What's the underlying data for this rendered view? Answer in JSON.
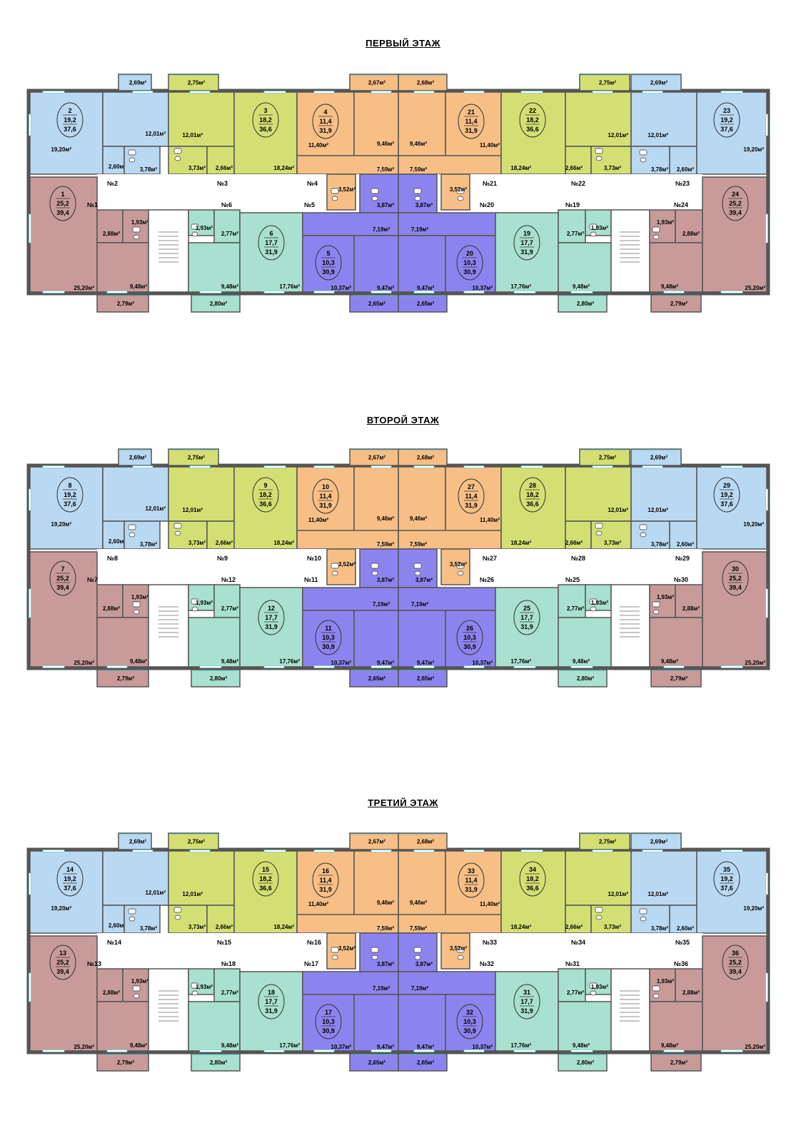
{
  "floors": [
    {
      "title": "ПЕРВЫЙ ЭТАЖ",
      "apartments": [
        {
          "no": "1",
          "living": "25,2",
          "total": "39,4"
        },
        {
          "no": "2",
          "living": "19,2",
          "total": "37,6"
        },
        {
          "no": "3",
          "living": "18,2",
          "total": "36,6"
        },
        {
          "no": "4",
          "living": "11,4",
          "total": "31,9"
        },
        {
          "no": "5",
          "living": "10,3",
          "total": "30,9"
        },
        {
          "no": "6",
          "living": "17,7",
          "total": "31,9"
        },
        {
          "no": "19",
          "living": "17,7",
          "total": "31,9"
        },
        {
          "no": "20",
          "living": "10,3",
          "total": "30,9"
        },
        {
          "no": "21",
          "living": "11,4",
          "total": "31,9"
        },
        {
          "no": "22",
          "living": "18,2",
          "total": "36,6"
        },
        {
          "no": "23",
          "living": "19,2",
          "total": "37,6"
        },
        {
          "no": "24",
          "living": "25,2",
          "total": "39,4"
        }
      ],
      "door_labels": [
        "№1",
        "№2",
        "№3",
        "№4",
        "№5",
        "№6",
        "№19",
        "№20",
        "№21",
        "№22",
        "№23",
        "№24"
      ]
    },
    {
      "title": "ВТОРОЙ ЭТАЖ",
      "apartments": [
        {
          "no": "7",
          "living": "25,2",
          "total": "39,4"
        },
        {
          "no": "8",
          "living": "19,2",
          "total": "37,6"
        },
        {
          "no": "9",
          "living": "18,2",
          "total": "36,6"
        },
        {
          "no": "10",
          "living": "11,4",
          "total": "31,9"
        },
        {
          "no": "11",
          "living": "10,3",
          "total": "30,9"
        },
        {
          "no": "12",
          "living": "17,7",
          "total": "31,9"
        },
        {
          "no": "25",
          "living": "17,7",
          "total": "31,9"
        },
        {
          "no": "26",
          "living": "10,3",
          "total": "30,9"
        },
        {
          "no": "27",
          "living": "11,4",
          "total": "31,9"
        },
        {
          "no": "28",
          "living": "18,2",
          "total": "36,6"
        },
        {
          "no": "29",
          "living": "19,2",
          "total": "37,6"
        },
        {
          "no": "30",
          "living": "25,2",
          "total": "39,4"
        }
      ],
      "door_labels": [
        "№7",
        "№8",
        "№9",
        "№10",
        "№11",
        "№12",
        "№25",
        "№26",
        "№27",
        "№28",
        "№29",
        "№30"
      ]
    },
    {
      "title": "ТРЕТИЙ ЭТАЖ",
      "apartments": [
        {
          "no": "13",
          "living": "25,2",
          "total": "39,4"
        },
        {
          "no": "14",
          "living": "19,2",
          "total": "37,6"
        },
        {
          "no": "15",
          "living": "18,2",
          "total": "36,6"
        },
        {
          "no": "16",
          "living": "11,4",
          "total": "31,9"
        },
        {
          "no": "17",
          "living": "10,3",
          "total": "30,9"
        },
        {
          "no": "18",
          "living": "17,7",
          "total": "31,9"
        },
        {
          "no": "31",
          "living": "17,7",
          "total": "31,9"
        },
        {
          "no": "32",
          "living": "10,3",
          "total": "30,9"
        },
        {
          "no": "33",
          "living": "11,4",
          "total": "31,9"
        },
        {
          "no": "34",
          "living": "18,2",
          "total": "36,6"
        },
        {
          "no": "35",
          "living": "19,2",
          "total": "37,6"
        },
        {
          "no": "36",
          "living": "25,2",
          "total": "39,4"
        }
      ],
      "door_labels": [
        "№13",
        "№14",
        "№15",
        "№16",
        "№17",
        "№18",
        "№31",
        "№32",
        "№33",
        "№34",
        "№35",
        "№36"
      ]
    }
  ],
  "unit": "м²",
  "colors": {
    "A": "#c99a9a",
    "B": "#b9d8f2",
    "C": "#d4df73",
    "D": "#f7be86",
    "E": "#8c84ee",
    "F": "#a9e0cf",
    "wall": "#555555",
    "corridor": "#ffffff"
  },
  "room_areas": {
    "A": {
      "main": "25,20",
      "kitchen": "9,48",
      "hall": "2,88",
      "bath": "1,93",
      "balcony": "2,79"
    },
    "B": {
      "main": "19,20",
      "kitchen": "12,01",
      "hall": "2,60",
      "bath": "3,78",
      "balcony": "2,69"
    },
    "C": {
      "main": "18,24",
      "kitchen": "12,01",
      "hall": "2,66",
      "bath": "3,73",
      "balcony": "2,75"
    },
    "D": {
      "main": "11,40",
      "kitchen": "9,46",
      "hall": "7,59",
      "bath": "3,52",
      "balcony": "2,67",
      "balcony_r": "2,68"
    },
    "E": {
      "main": "10,37",
      "kitchen": "9,47",
      "hall": "7,19",
      "bath": "3,87",
      "balcony": "2,65"
    },
    "F": {
      "main": "17,76",
      "kitchen": "9,48",
      "hall": "2,77",
      "bath": "1,93",
      "balcony": "2,80"
    }
  }
}
